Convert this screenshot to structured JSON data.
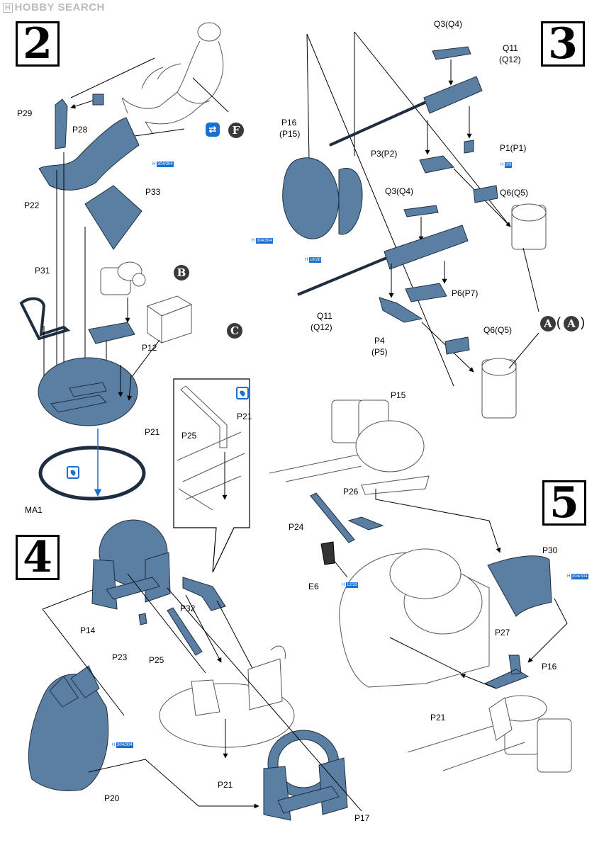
{
  "watermark": {
    "logo": "H",
    "text": "HOBBY SEARCH"
  },
  "steps": {
    "s2": "2",
    "s3": "3",
    "s4": "4",
    "s5": "5"
  },
  "labels": {
    "P29": "P29",
    "P28": "P28",
    "P22": "P22",
    "P33": "P33",
    "P31": "P31",
    "P12": "P12",
    "P21a": "P21",
    "MA1": "MA1",
    "P25a": "P25",
    "P21inset": "P21",
    "Q3a": "Q3(Q4)",
    "Q11a": "Q11",
    "Q12a": "(Q12)",
    "P16a": "P16",
    "P15a": "(P15)",
    "P3": "P3(P2)",
    "P1": "P1(P1)",
    "Q6a": "Q6(Q5)",
    "Q3b": "Q3(Q4)",
    "P6": "P6(P7)",
    "Q11b": "Q11",
    "Q12b": "(Q12)",
    "P4": "P4",
    "P5": "(P5)",
    "Q6b": "Q6(Q5)",
    "P14": "P14",
    "P32": "P32",
    "P23": "P23",
    "P25b": "P25",
    "P21b": "P21",
    "P20": "P20",
    "P17": "P17",
    "P15b": "P15",
    "P26": "P26",
    "P24": "P24",
    "E6": "E6",
    "P30": "P30",
    "P27": "P27",
    "P16b": "P16",
    "P21c": "P21"
  },
  "callouts": {
    "F": "F",
    "B": "B",
    "C": "C",
    "A1": "A",
    "A2": "A",
    "A_open": "(",
    "A_close": ")"
  },
  "swatches": {
    "sw1": {
      "code": "H",
      "num": "304/304"
    },
    "sw2": {
      "code": "H",
      "num": "304/304"
    },
    "sw3": {
      "code": "H",
      "num": "9/9"
    },
    "sw4": {
      "code": "H",
      "num": "18/28"
    },
    "sw5": {
      "code": "H",
      "num": "12/33"
    },
    "sw6": {
      "code": "H",
      "num": "304/304"
    },
    "sw7": {
      "code": "H",
      "num": "304/304"
    }
  },
  "colors": {
    "part_fill": "#5b7fa3",
    "part_stroke": "#1e2e40",
    "paint_blue": "#1a6fd0",
    "line": "#000000",
    "sketch": "#555555"
  }
}
